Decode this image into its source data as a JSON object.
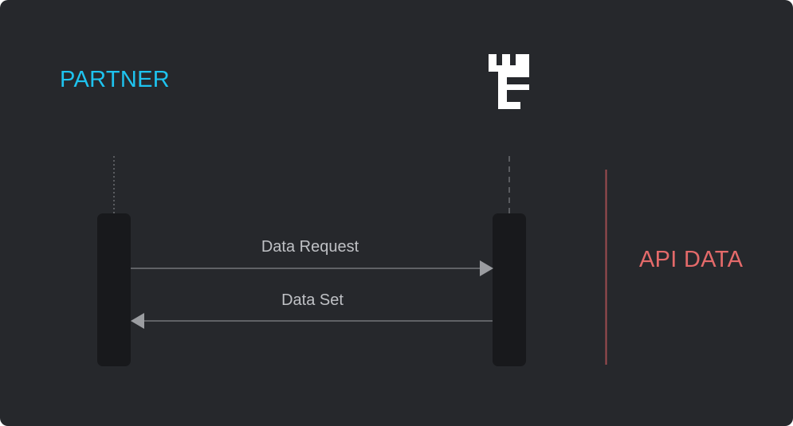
{
  "diagram": {
    "participants": [
      {
        "id": "partner",
        "label": "PARTNER",
        "color": "#1ec3ef"
      },
      {
        "id": "service",
        "label": "",
        "icon": "tower-logo-icon",
        "icon_color": "#ffffff"
      }
    ],
    "messages": [
      {
        "label": "Data Request",
        "from": "partner",
        "to": "service"
      },
      {
        "label": "Data Set",
        "from": "service",
        "to": "partner"
      }
    ],
    "group": {
      "label": "API DATA",
      "color": "#e46a6a"
    }
  },
  "colors": {
    "background": "#26282c",
    "activation": "#18191c",
    "arrow": "#9b9da1",
    "lifeline": "#8e9094"
  }
}
